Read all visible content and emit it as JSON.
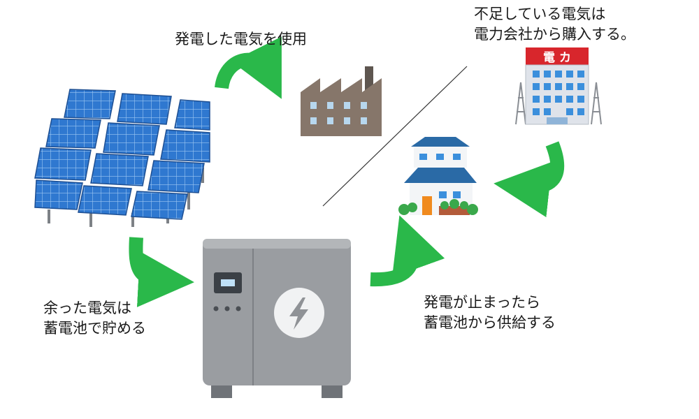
{
  "labels": {
    "use_power": "発電した電気を使用",
    "buy_line1": "不足している電気は",
    "buy_line2": "電力会社から購入する。",
    "store_line1": "余った電気は",
    "store_line2": "蓄電池で貯める",
    "supply_line1": "発電が止まったら",
    "supply_line2": "蓄電池から供給する",
    "power_company_sign": "電 カ"
  },
  "colors": {
    "arrow": "#2ab84a",
    "panel": "#2f78d0",
    "battery_body": "#9a9da1",
    "factory": "#86766a",
    "building": "#dfe3ea",
    "sign_red": "#d8262c"
  }
}
